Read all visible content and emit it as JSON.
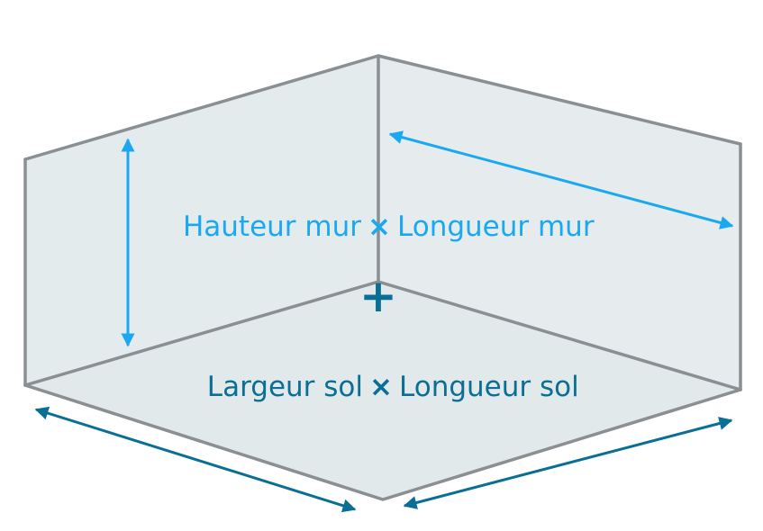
{
  "labels": {
    "wall_height": "Hauteur mur",
    "wall_length": "Longueur mur",
    "floor_width": "Largeur sol",
    "floor_length": "Longueur sol"
  },
  "operators": {
    "wall_multiply": "×",
    "floor_multiply": "×",
    "plus": "+"
  },
  "colors": {
    "wall_measure": "#1aa8f0",
    "floor_measure": "#0a6e95",
    "outline": "#8a8f93",
    "surface": "#e4ebec"
  }
}
